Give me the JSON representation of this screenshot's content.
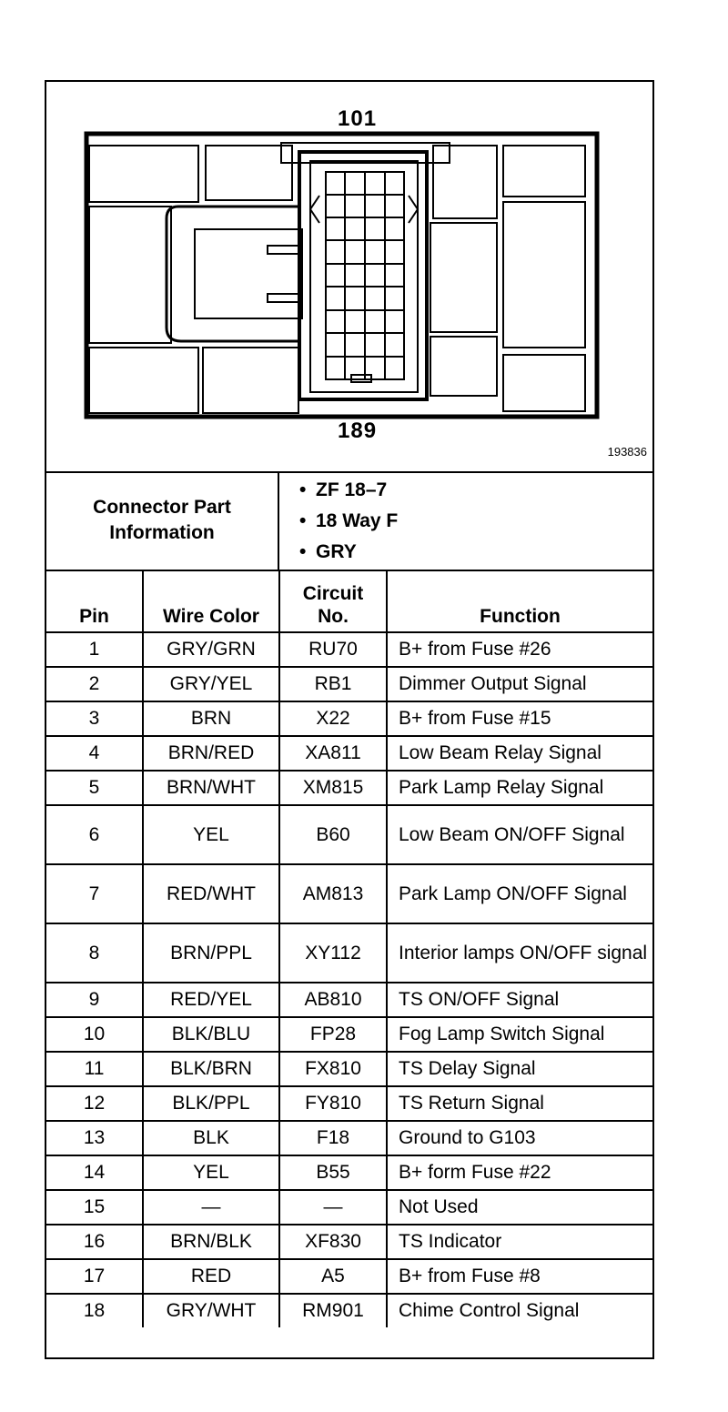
{
  "diagram": {
    "pin_top": "101",
    "pin_bottom": "189",
    "figure_id": "193836"
  },
  "connector_info": {
    "label": "Connector Part Information",
    "items": [
      "ZF 18–7",
      "18 Way F",
      "GRY"
    ]
  },
  "table": {
    "headers": {
      "pin": "Pin",
      "wire_color": "Wire Color",
      "circuit": "Circuit No.",
      "function": "Function"
    },
    "rows": [
      {
        "pin": "1",
        "wire": "GRY/GRN",
        "circuit": "RU70",
        "function": "B+ from Fuse #26"
      },
      {
        "pin": "2",
        "wire": "GRY/YEL",
        "circuit": "RB1",
        "function": "Dimmer Output Signal"
      },
      {
        "pin": "3",
        "wire": "BRN",
        "circuit": "X22",
        "function": "B+ from Fuse #15"
      },
      {
        "pin": "4",
        "wire": "BRN/RED",
        "circuit": "XA811",
        "function": "Low Beam Relay Signal"
      },
      {
        "pin": "5",
        "wire": "BRN/WHT",
        "circuit": "XM815",
        "function": "Park Lamp Relay Signal"
      },
      {
        "pin": "6",
        "wire": "YEL",
        "circuit": "B60",
        "function": "Low Beam ON/OFF Signal"
      },
      {
        "pin": "7",
        "wire": "RED/WHT",
        "circuit": "AM813",
        "function": "Park Lamp ON/OFF Signal"
      },
      {
        "pin": "8",
        "wire": "BRN/PPL",
        "circuit": "XY112",
        "function": "Interior lamps ON/OFF signal"
      },
      {
        "pin": "9",
        "wire": "RED/YEL",
        "circuit": "AB810",
        "function": "TS ON/OFF Signal"
      },
      {
        "pin": "10",
        "wire": "BLK/BLU",
        "circuit": "FP28",
        "function": "Fog Lamp Switch Signal"
      },
      {
        "pin": "11",
        "wire": "BLK/BRN",
        "circuit": "FX810",
        "function": "TS Delay Signal"
      },
      {
        "pin": "12",
        "wire": "BLK/PPL",
        "circuit": "FY810",
        "function": "TS Return Signal"
      },
      {
        "pin": "13",
        "wire": "BLK",
        "circuit": "F18",
        "function": "Ground to G103"
      },
      {
        "pin": "14",
        "wire": "YEL",
        "circuit": "B55",
        "function": "B+ form Fuse #22"
      },
      {
        "pin": "15",
        "wire": "—",
        "circuit": "—",
        "function": "Not Used"
      },
      {
        "pin": "16",
        "wire": "BRN/BLK",
        "circuit": "XF830",
        "function": "TS Indicator"
      },
      {
        "pin": "17",
        "wire": "RED",
        "circuit": "A5",
        "function": "B+ from Fuse #8"
      },
      {
        "pin": "18",
        "wire": "GRY/WHT",
        "circuit": "RM901",
        "function": "Chime Control Signal"
      }
    ]
  }
}
